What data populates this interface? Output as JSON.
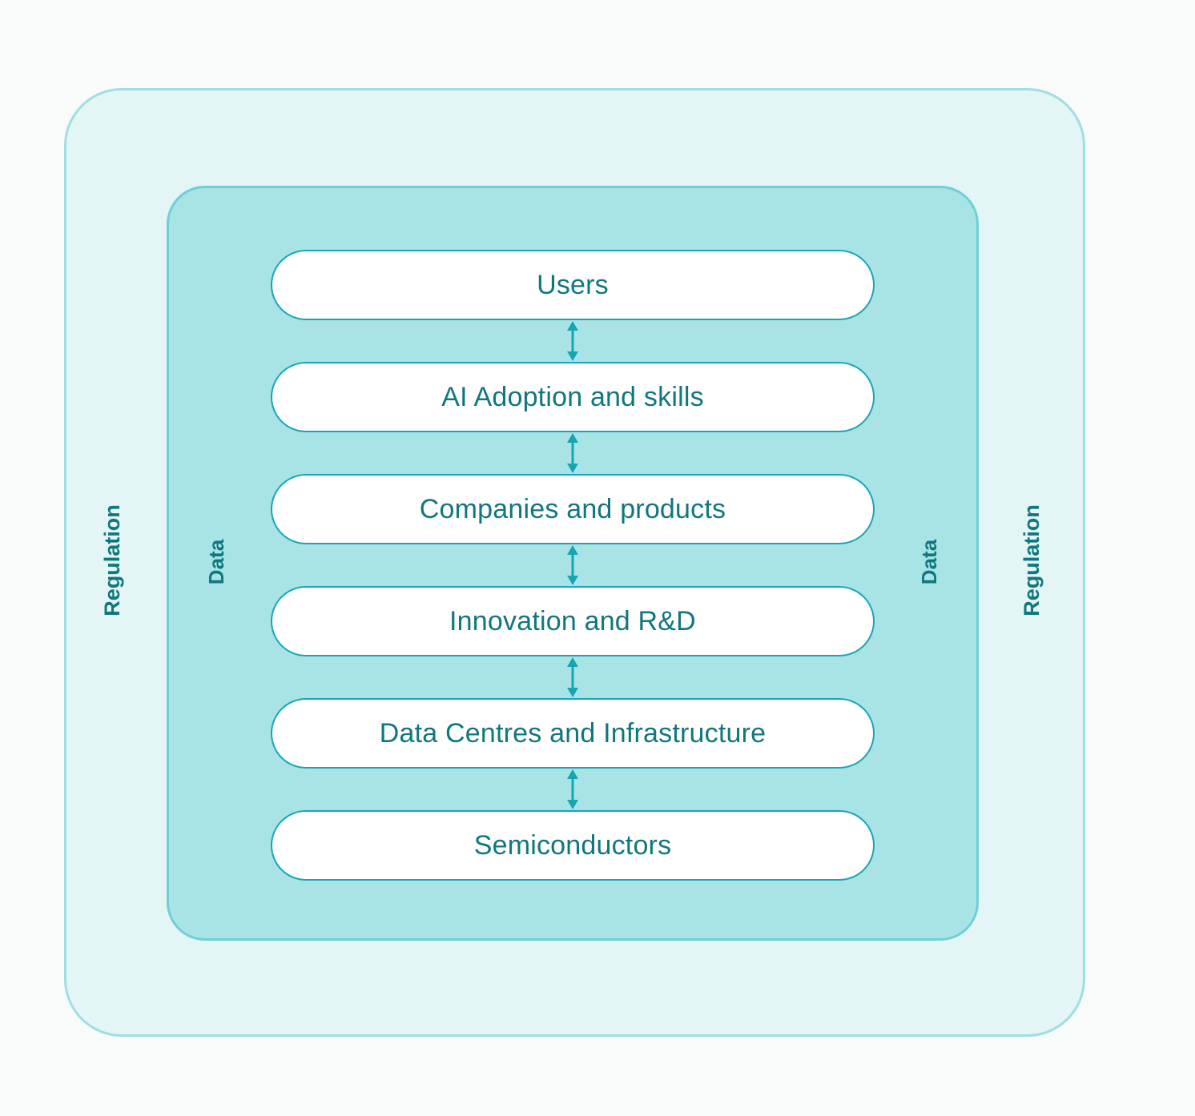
{
  "diagram": {
    "title": "AI ecosystem layered stack diagram",
    "colors": {
      "page_background": "#f9fbfa",
      "outer_layer_fill": "#e3f5f4",
      "outer_layer_border": "#9fdfe2",
      "inner_layer_fill": "#a8e4e6",
      "inner_layer_border": "#6fcfd8",
      "node_fill": "#ffffff",
      "node_border": "#15a6b4",
      "text_teal": "#10777f",
      "arrow": "#15a6b4"
    },
    "layers": {
      "outer_label_left": "Regulation",
      "outer_label_right": "Regulation",
      "inner_label_left": "Data",
      "inner_label_right": "Data"
    },
    "nodes": [
      {
        "label": "Users"
      },
      {
        "label": "AI Adoption and skills"
      },
      {
        "label": "Companies and products"
      },
      {
        "label": "Innovation and R&D"
      },
      {
        "label": "Data Centres and Infrastructure"
      },
      {
        "label": "Semiconductors"
      }
    ],
    "connectors": [
      {
        "from": "Users",
        "to": "AI Adoption and skills",
        "style": "double-headed-arrow"
      },
      {
        "from": "AI Adoption and skills",
        "to": "Companies and products",
        "style": "double-headed-arrow"
      },
      {
        "from": "Companies and products",
        "to": "Innovation and R&D",
        "style": "double-headed-arrow"
      },
      {
        "from": "Innovation and R&D",
        "to": "Data Centres and Infrastructure",
        "style": "double-headed-arrow"
      },
      {
        "from": "Data Centres and Infrastructure",
        "to": "Semiconductors",
        "style": "double-headed-arrow"
      }
    ]
  }
}
